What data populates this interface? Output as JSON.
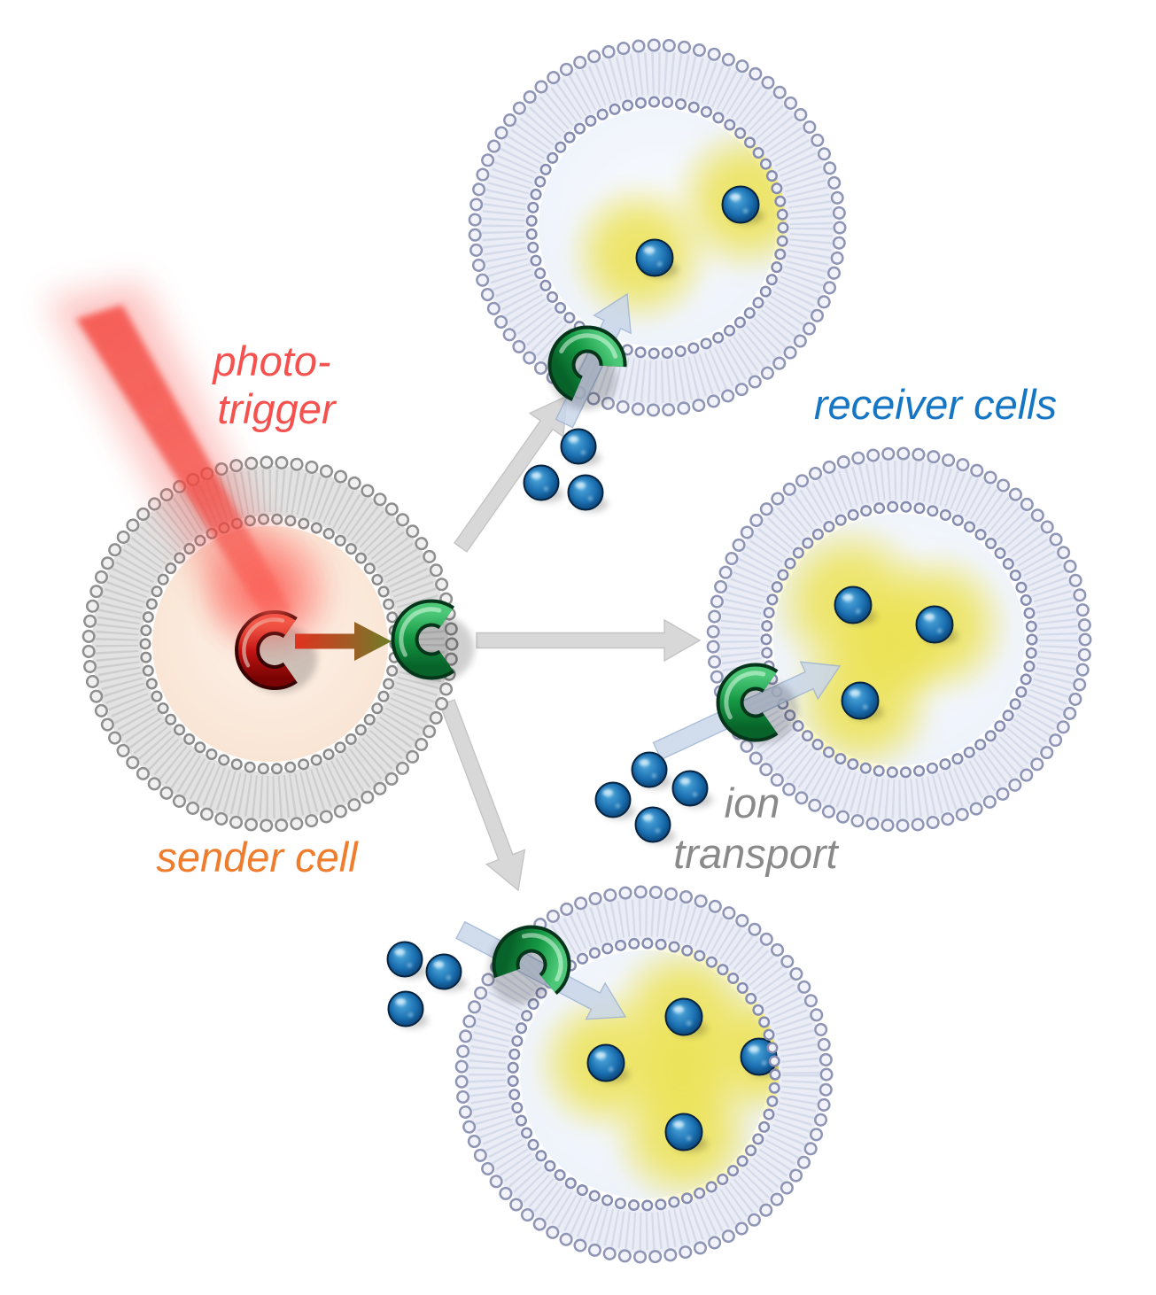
{
  "figure": {
    "type": "scientific-diagram",
    "description": "Photo-triggered ion transport from a sender vesicle cell to three receiver vesicle cells"
  },
  "labels": {
    "photo_trigger_line1": "photo-",
    "photo_trigger_line2": "trigger",
    "sender_cell": "sender cell",
    "receiver_cells": "receiver cells",
    "ion_transport_line1": "ion",
    "ion_transport_line2": "transport"
  },
  "colors": {
    "photo_trigger_label": "#f4514f",
    "sender_cell_label": "#ee7d2e",
    "receiver_cells_label": "#1576c5",
    "ion_transport_label": "#8a8a8a",
    "laser_beam": "#f4473f",
    "ion_sphere_blue": "#1b72b4",
    "channel_green": "#169a45",
    "channel_red": "#c31313",
    "glow_yellow": "#ece253",
    "transfer_arrow_gray": "#d3d3d3",
    "ion_arrow_blue": "#c9d6ea",
    "sender_membrane": "#c9c9c9",
    "receiver_membrane": "#ccd1e5",
    "sender_interior": "#f9e3d3",
    "receiver_interior": "#e9eff9"
  },
  "cells": {
    "sender": {
      "role": "sender cell",
      "channels": [
        "red-closed-channel",
        "green-open-channel"
      ],
      "ions_inside": 0
    },
    "receivers": [
      {
        "position": "top",
        "ions_inside": 2,
        "ions_outside": 3,
        "channel": "green-open-channel"
      },
      {
        "position": "middle",
        "ions_inside": 3,
        "ions_outside": 4,
        "channel": "green-open-channel"
      },
      {
        "position": "bottom",
        "ions_inside": 4,
        "ions_outside": 3,
        "channel": "green-open-channel"
      }
    ]
  }
}
